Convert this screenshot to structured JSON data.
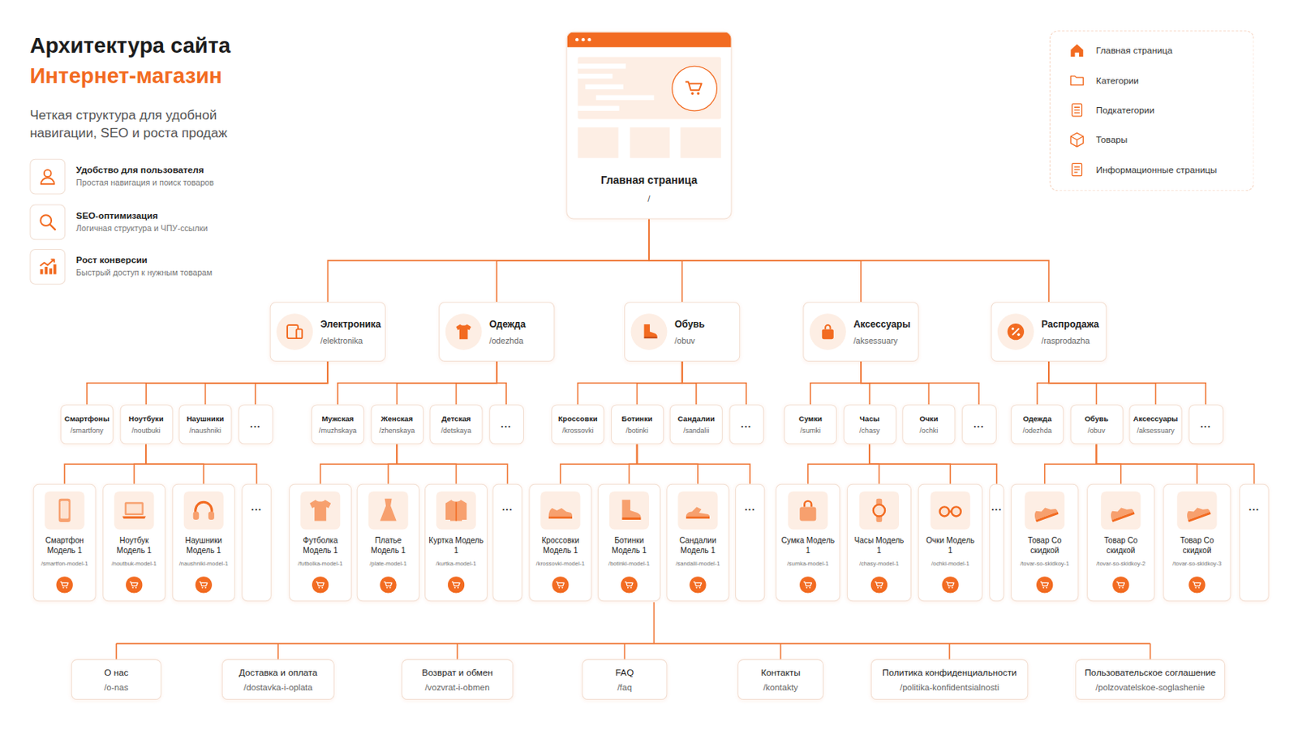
{
  "diagram": {
    "title": "Архитектура сайта",
    "caption": "Четкая структура для удобной навигации, SEO и роста продаж",
    "nodes": [
      {
        "text": [
          "Главная страница",
          "/"
        ]
      },
      {
        "text": [
          "Электроника",
          "/elektronika"
        ]
      },
      {
        "text": [
          "Одежда",
          "/odezhda"
        ]
      },
      {
        "text": [
          "Обувь",
          "/obuv"
        ]
      },
      {
        "text": [
          "Аксессуары",
          "/aksessuary"
        ]
      },
      {
        "text": [
          "Распродажа",
          "/rasprodazha"
        ]
      },
      {
        "text": [
          "Смартфоны",
          "/smartfony"
        ]
      },
      {
        "text": [
          "Ноутбуки",
          "/noutbuki"
        ]
      },
      {
        "text": [
          "Наушники",
          "/naushniki"
        ]
      },
      {
        "text": [
          "..."
        ]
      },
      {
        "text": [
          "Мужская",
          "/muzhskaya"
        ]
      },
      {
        "text": [
          "Женская",
          "/zhenskaya"
        ]
      },
      {
        "text": [
          "Детская",
          "/detskaya"
        ]
      },
      {
        "text": [
          "..."
        ]
      },
      {
        "text": [
          "Кроссовки",
          "/krossovki"
        ]
      },
      {
        "text": [
          "Ботинки",
          "/botinki"
        ]
      },
      {
        "text": [
          "Сандалии",
          "/sandalii"
        ]
      },
      {
        "text": [
          "..."
        ]
      },
      {
        "text": [
          "Сумки",
          "/sumki"
        ]
      },
      {
        "text": [
          "Часы",
          "/chasy"
        ]
      },
      {
        "text": [
          "Очки",
          "/ochki"
        ]
      },
      {
        "text": [
          "..."
        ]
      },
      {
        "text": [
          "Одежда",
          "/odezhda"
        ]
      },
      {
        "text": [
          "Обувь",
          "/obuv"
        ]
      },
      {
        "text": [
          "Аксессуары",
          "/aksessuary"
        ]
      },
      {
        "text": [
          "..."
        ]
      },
      {
        "text": [
          "Смартфон Модель 1",
          "/smartfon-model-1"
        ]
      },
      {
        "text": [
          "Ноутбук Модель 1",
          "/noutbuk-model-1"
        ]
      },
      {
        "text": [
          "Наушники Модель 1",
          "/naushniki-model-1"
        ]
      },
      {
        "text": [
          "..."
        ]
      },
      {
        "text": [
          "Футболка Модель 1",
          "/futbolka-model-1"
        ]
      },
      {
        "text": [
          "Платье Модель 1",
          "/plate-model-1"
        ]
      },
      {
        "text": [
          "Куртка Модель 1",
          "/kurtka-model-1"
        ]
      },
      {
        "text": [
          "..."
        ]
      },
      {
        "text": [
          "Кроссовки Модель 1",
          "/krossovki-model-1"
        ]
      },
      {
        "text": [
          "Ботинки Модель 1",
          "/botinki-model-1"
        ]
      },
      {
        "text": [
          "Сандалии Модель 1",
          "/sandalii-model-1"
        ]
      },
      {
        "text": [
          "..."
        ]
      },
      {
        "text": [
          "Сумка Модель 1",
          "/sumka-model-1"
        ]
      },
      {
        "text": [
          "Часы Модель 1",
          "/chasy-model-1"
        ]
      },
      {
        "text": [
          "Очки Модель 1",
          "/ochki-model-1"
        ]
      },
      {
        "text": [
          "..."
        ]
      },
      {
        "text": [
          "Товар Со скидкой",
          "/tovar-so-skidkoy-1"
        ]
      },
      {
        "text": [
          "Товар Со скидкой",
          "/tovar-so-skidkoy-2"
        ]
      },
      {
        "text": [
          "Товар Со скидкой",
          "/tovar-so-skidkoy-3"
        ]
      },
      {
        "text": [
          "..."
        ]
      },
      {
        "text": [
          "О нас",
          "/o-nas"
        ]
      },
      {
        "text": [
          "Доставка и оплата",
          "/dostavka-i-oplata"
        ]
      },
      {
        "text": [
          "Возврат и обмен",
          "/vozvrat-i-obmen"
        ]
      },
      {
        "text": [
          "FAQ",
          "/faq"
        ]
      },
      {
        "text": [
          "Контакты",
          "/kontakty"
        ]
      },
      {
        "text": [
          "Политика конфиденциальности",
          "/politika-konfidentsialnosti"
        ]
      },
      {
        "text": [
          "Пользовательское соглашение",
          "/polzovatelskoe-soglashenie"
        ]
      }
    ],
    "edges": [
      {
        "from": 0,
        "to": 1,
        "arrow": "none"
      },
      {
        "from": 0,
        "to": 2,
        "arrow": "none"
      },
      {
        "from": 0,
        "to": 3,
        "arrow": "none"
      },
      {
        "from": 0,
        "to": 4,
        "arrow": "none"
      },
      {
        "from": 0,
        "to": 5,
        "arrow": "none"
      },
      {
        "from": 1,
        "to": 6,
        "arrow": "none"
      },
      {
        "from": 1,
        "to": 7,
        "arrow": "none"
      },
      {
        "from": 1,
        "to": 8,
        "arrow": "none"
      },
      {
        "from": 1,
        "to": 9,
        "arrow": "none"
      },
      {
        "from": 2,
        "to": 10,
        "arrow": "none"
      },
      {
        "from": 2,
        "to": 11,
        "arrow": "none"
      },
      {
        "from": 2,
        "to": 12,
        "arrow": "none"
      },
      {
        "from": 2,
        "to": 13,
        "arrow": "none"
      },
      {
        "from": 3,
        "to": 14,
        "arrow": "none"
      },
      {
        "from": 3,
        "to": 15,
        "arrow": "none"
      },
      {
        "from": 3,
        "to": 16,
        "arrow": "none"
      },
      {
        "from": 3,
        "to": 17,
        "arrow": "none"
      },
      {
        "from": 4,
        "to": 18,
        "arrow": "none"
      },
      {
        "from": 4,
        "to": 19,
        "arrow": "none"
      },
      {
        "from": 4,
        "to": 20,
        "arrow": "none"
      },
      {
        "from": 4,
        "to": 21,
        "arrow": "none"
      },
      {
        "from": 5,
        "to": 22,
        "arrow": "none"
      },
      {
        "from": 5,
        "to": 23,
        "arrow": "none"
      },
      {
        "from": 5,
        "to": 24,
        "arrow": "none"
      },
      {
        "from": 5,
        "to": 25,
        "arrow": "none"
      },
      {
        "from": 7,
        "to": 26,
        "arrow": "none"
      },
      {
        "from": 7,
        "to": 27,
        "arrow": "none"
      },
      {
        "from": 7,
        "to": 28,
        "arrow": "none"
      },
      {
        "from": 7,
        "to": 29,
        "arrow": "none"
      },
      {
        "from": 11,
        "to": 30,
        "arrow": "none"
      },
      {
        "from": 11,
        "to": 31,
        "arrow": "none"
      },
      {
        "from": 11,
        "to": 32,
        "arrow": "none"
      },
      {
        "from": 11,
        "to": 33,
        "arrow": "none"
      },
      {
        "from": 15,
        "to": 34,
        "arrow": "none"
      },
      {
        "from": 15,
        "to": 35,
        "arrow": "none"
      },
      {
        "from": 15,
        "to": 36,
        "arrow": "none"
      },
      {
        "from": 15,
        "to": 37,
        "arrow": "none"
      },
      {
        "from": 19,
        "to": 38,
        "arrow": "none"
      },
      {
        "from": 19,
        "to": 39,
        "arrow": "none"
      },
      {
        "from": 19,
        "to": 40,
        "arrow": "none"
      },
      {
        "from": 19,
        "to": 41,
        "arrow": "none"
      },
      {
        "from": 23,
        "to": 42,
        "arrow": "none"
      },
      {
        "from": 23,
        "to": 43,
        "arrow": "none"
      },
      {
        "from": 23,
        "to": 44,
        "arrow": "none"
      },
      {
        "from": 23,
        "to": 45,
        "arrow": "none"
      }
    ],
    "labels": [
      "Интернет-магазин",
      "Удобство для пользователя",
      "Простая навигация и поиск товаров",
      "SEO-оптимизация",
      "Логичная структура и ЧПУ-ссылки",
      "Рост конверсии",
      "Быстрый доступ к нужным товарам"
    ],
    "legend": [
      {
        "text": "Главная страница"
      },
      {
        "text": "Категории"
      },
      {
        "text": "Подкатегории"
      },
      {
        "text": "Товары"
      },
      {
        "text": "Информационные страницы"
      }
    ]
  }
}
